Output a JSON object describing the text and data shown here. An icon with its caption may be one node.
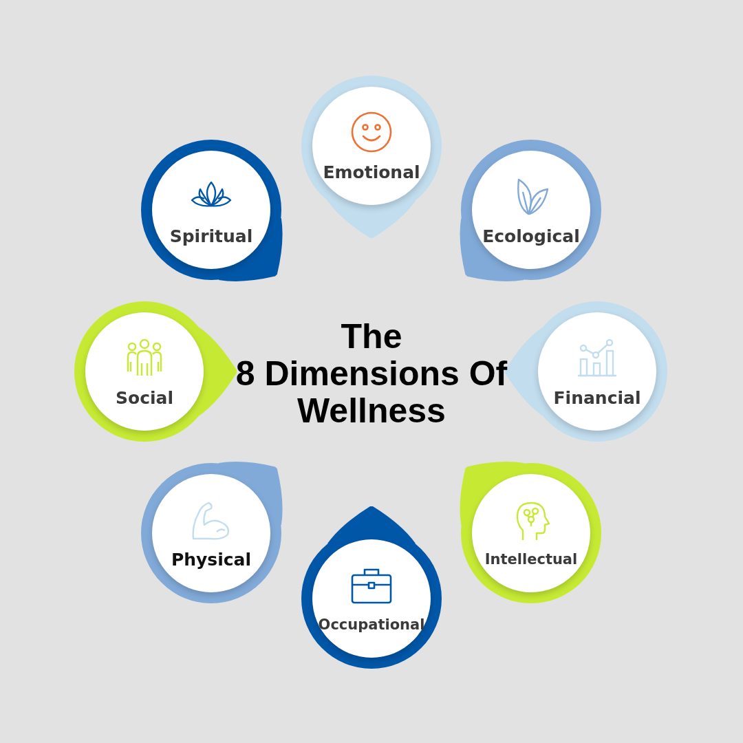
{
  "diagram": {
    "title": "The 8 Dimensions Of Wellness",
    "nodes": [
      {
        "text": [
          "Emotional"
        ]
      },
      {
        "text": [
          "Spiritual"
        ]
      },
      {
        "text": [
          "Ecological"
        ]
      },
      {
        "text": [
          "Social"
        ]
      },
      {
        "text": [
          "Financial"
        ]
      },
      {
        "text": [
          "Physical"
        ]
      },
      {
        "text": [
          "Intellectual"
        ]
      },
      {
        "text": [
          "Occupational"
        ]
      }
    ]
  }
}
